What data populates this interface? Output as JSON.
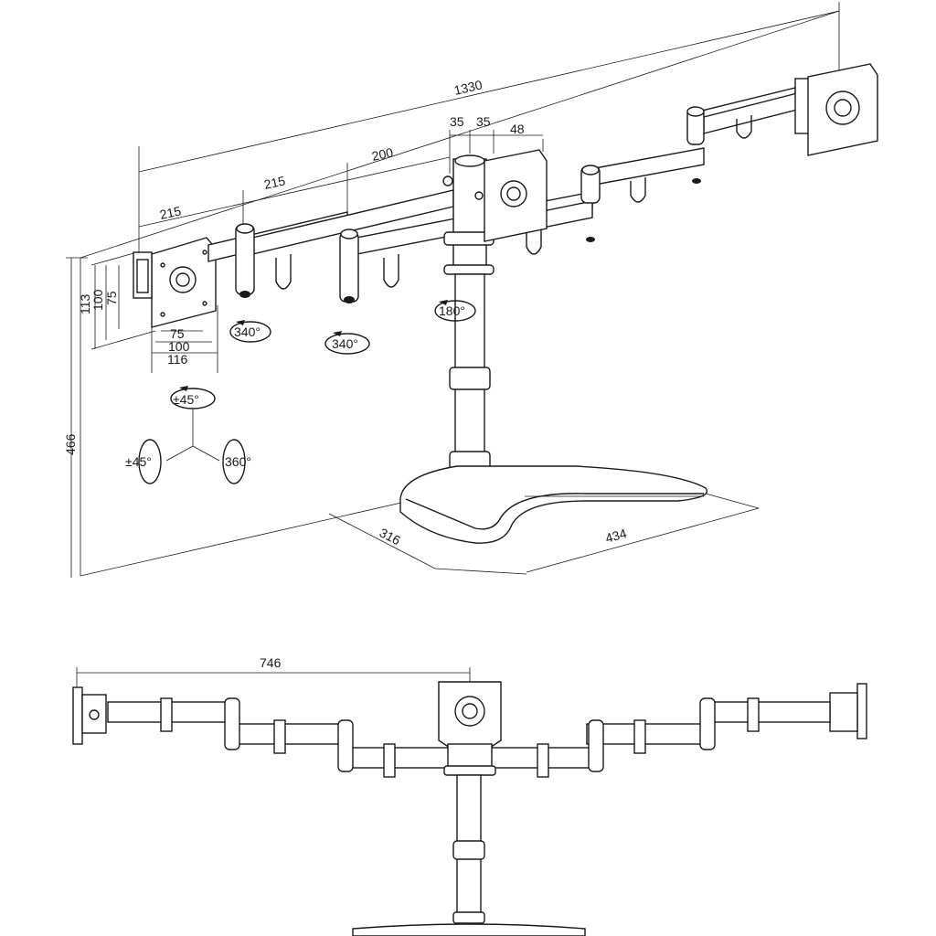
{
  "perspective": {
    "overall_width": "1330",
    "arm_left_outer": "215",
    "arm_left_inner": "215",
    "arm_right_inner": "200",
    "clamp_a": "35",
    "clamp_b": "35",
    "plate_offset": "48",
    "total_height": "466",
    "vesa": {
      "h113": "113",
      "h100": "100",
      "h75": "75",
      "w75": "75",
      "w100": "100",
      "w116": "116"
    },
    "base_depth": "316",
    "base_width": "434",
    "rotations": {
      "arm_outer": "340°",
      "arm_inner": "340°",
      "pole": "180°"
    },
    "tilt": {
      "top": "±45°",
      "left": "±45°",
      "right": "360°"
    }
  },
  "top_view": {
    "width": "746"
  },
  "colors": {
    "line": "#1a1a1a",
    "background": "#ffffff"
  }
}
